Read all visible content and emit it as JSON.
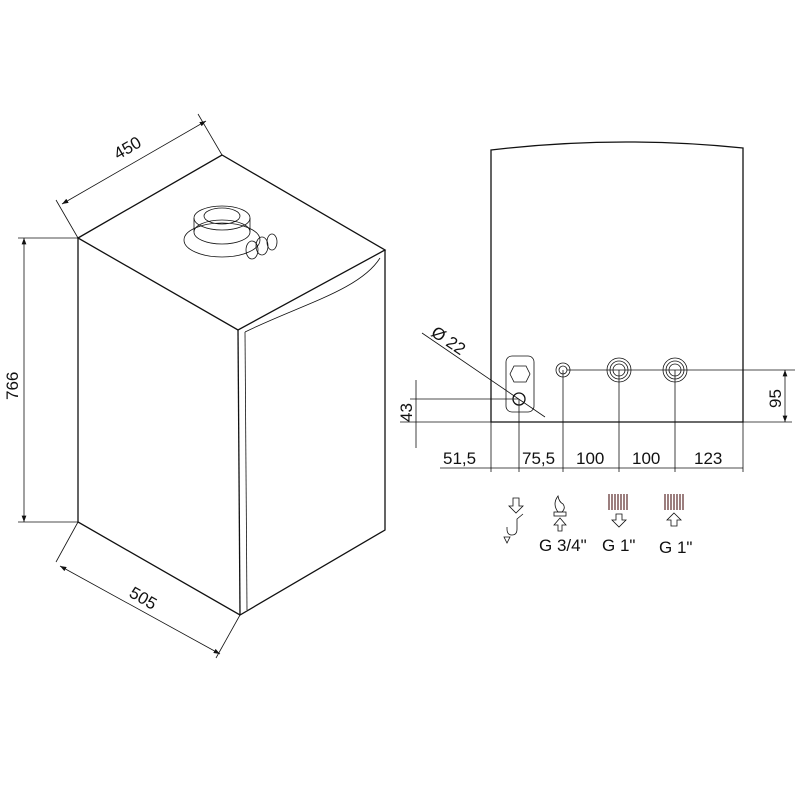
{
  "iso_view": {
    "width": "450",
    "height": "766",
    "depth": "505"
  },
  "front_view": {
    "diameter_label": "Ø 22",
    "drain_height": "43",
    "connection_height": "95",
    "spacings": [
      "51,5",
      "75,5",
      "100",
      "100",
      "123"
    ],
    "connections": [
      {
        "icon": "drain-icon",
        "label": ""
      },
      {
        "icon": "gas-flame-icon",
        "label": "G 3/4\""
      },
      {
        "icon": "radiator-outlet-icon",
        "label": "G 1\""
      },
      {
        "icon": "radiator-return-icon",
        "label": "G 1\""
      }
    ]
  }
}
